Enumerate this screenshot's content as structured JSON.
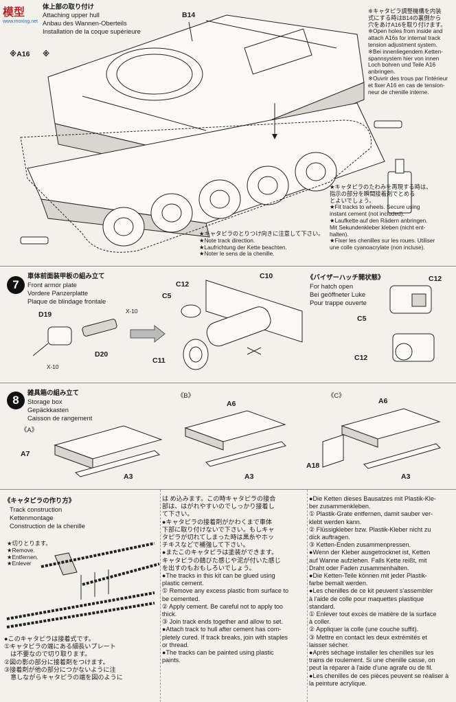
{
  "watermark": {
    "title": "模型",
    "sub": "www.moxing.net"
  },
  "step6": {
    "title_jp": "体上部の取り付け",
    "title_en": "Attaching upper hull",
    "title_de": "Anbau des Wannen-Oberteils",
    "title_fr": "Installation de la coque supérieure",
    "label_b14": "B14",
    "label_a16": "※A16",
    "label_star": "※",
    "note_top": [
      "※キャタピラ調整機構を内装",
      "式にする時はB14の裏側から",
      "穴をあけA16を取り付けます。",
      "※Open holes from inside and",
      "attach A16s for internal track",
      "tension adjustment system.",
      "※Bei innenliegendem Ketten-",
      "spannsystem hier von innen",
      "Loch bohren und Teile A16",
      "anbringen.",
      "※Ouvrir des trous par l'intérieur",
      "et fixer A16 en cas de tension-",
      "neur de chenille interne."
    ],
    "note_right": [
      "★キャタピラのたわみを再現する時は、",
      "指示の部分を瞬間接着剤でとめる",
      "とよいでしょう。",
      "★Fit tracks to wheels. Secure using",
      "instant cement (not included).",
      "★Laufkette auf den Rädern anbringen.",
      "Mit Sekundenkleber kleben (nicht ent-",
      "halten).",
      "★Fixer les chenilles sur les roues. Utiliser",
      "une colle cyanoacrylate (non incluse)."
    ],
    "note_mid": [
      "★キャタピラのとりつけ向きに注意して下さい。",
      "★Note track direction.",
      "★Laufrichtung der Kette beachten.",
      "★Noter le sens de la chenille."
    ]
  },
  "step7": {
    "number": "7",
    "title_jp": "車体前面装甲板の組み立て",
    "title_en": "Front armor plate",
    "title_de": "Vordere Panzerplatte",
    "title_fr": "Plaque de blindage frontale",
    "labels": {
      "d19": "D19",
      "d20": "D20",
      "x10a": "X-10",
      "x10b": "X-10",
      "c12a": "C12",
      "c10": "C10",
      "c5a": "C5",
      "c11": "C11",
      "c12b": "C12",
      "c5b": "C5",
      "c12c": "C12"
    },
    "hatch_jp": "《バイザーハッチ開状態》",
    "hatch_en": "For hatch open",
    "hatch_de": "Bei geöffneter Luke",
    "hatch_fr": "Pour trappe ouverte"
  },
  "step8": {
    "number": "8",
    "title_jp": "雑具箱の組み立て",
    "title_en": "Storage box",
    "title_de": "Gepäckkasten",
    "title_fr": "Caisson de rangement",
    "var_a": "《A》",
    "var_b": "《B》",
    "var_c": "《C》",
    "labels": {
      "a7": "A7",
      "a3a": "A3",
      "a6a": "A6",
      "a3b": "A3",
      "a6b": "A6",
      "a18": "A18",
      "a3c": "A3"
    }
  },
  "track": {
    "title_jp": "《キャタピラの作り方》",
    "title_en": "Track construction",
    "title_de": "Kettenmontage",
    "title_fr": "Construction de la chenille",
    "cut_jp": "★切りとります。",
    "cut_en": "★Remove.",
    "cut_de": "★Entfernen.",
    "cut_fr": "★Enlever",
    "col1": [
      "●このキャタピラは接着式です。",
      "①キャタピラの端にある細長いプレート",
      "　は不要なので切り取ります。",
      "②図の影の部分に接着剤をつけます。",
      "③接着剤が他の部分につかないように注",
      "　意しながらキャタピラの端を図のように"
    ],
    "col2": [
      "は め込みます。この時キャタピラの接合",
      "部は、はがれやすいのでしっかり接着し",
      "て下さい。",
      "●キャタピラの接着剤がかわくまで車体",
      "下部に取り付けないで下さい。もしキャ",
      "タピラが切れてしまった時は黒糸やホッ",
      "チキスなどで補強して下さい。",
      "●またこのキャタピラは塗装ができます。",
      "キャタピラの錆びた感じや泥が付いた感じ",
      "を出すのもおもしろいでしょう。",
      "●The tracks in this kit can be glued using",
      "plastic cement.",
      "① Remove any excess plastic from surface to",
      "be cemented.",
      "② Apply cement. Be careful not to apply too",
      "thick.",
      "③ Join track ends together and allow to set.",
      "●Attach track to hull after cement has com-",
      "pletely cured. If track breaks, join with staples",
      "or thread.",
      "●The tracks can be painted using plastic",
      "paints."
    ],
    "col3": [
      "●Die Ketten dieses Bausatzes mit Plastik-Kle-",
      "ber zusammenkleben.",
      "① Plastik-Grate entfernen, damit sauber ver-",
      "klebt werden kann.",
      "② Flüssigkleber bzw. Plastik-Kleber nicht zu",
      "dick auftragen.",
      "③ Ketten-Enden zusammenpressen.",
      "●Wenn der Kleber ausgetrocknet ist, Ketten",
      "auf Wanne aufziehen. Falls Kette reißt, mit",
      "Draht oder Faden zusammenhalten.",
      "●Die Ketten-Teile können mit jeder Plastik-",
      "farbe bemalt werden.",
      "●Les chenilles de ce kit peuvent s'assembler",
      "à l'aide de colle pour maquettes plastique",
      "standard.",
      "① Enlever tout excès de matière de la surface",
      "à coller.",
      "② Appliquer la colle (une couche suffit).",
      "③ Mettre en contact les deux extrémités et",
      "laisser sécher.",
      "●Après séchage installer les chenilles sur les",
      "trains de roulement. Si une chenille casse, on",
      "peut la réparer à l'aide d'une agrafe ou de fil.",
      "●Les chenilles de ces pièces peuvent se réaliser à",
      "la peinture acrylique."
    ]
  }
}
